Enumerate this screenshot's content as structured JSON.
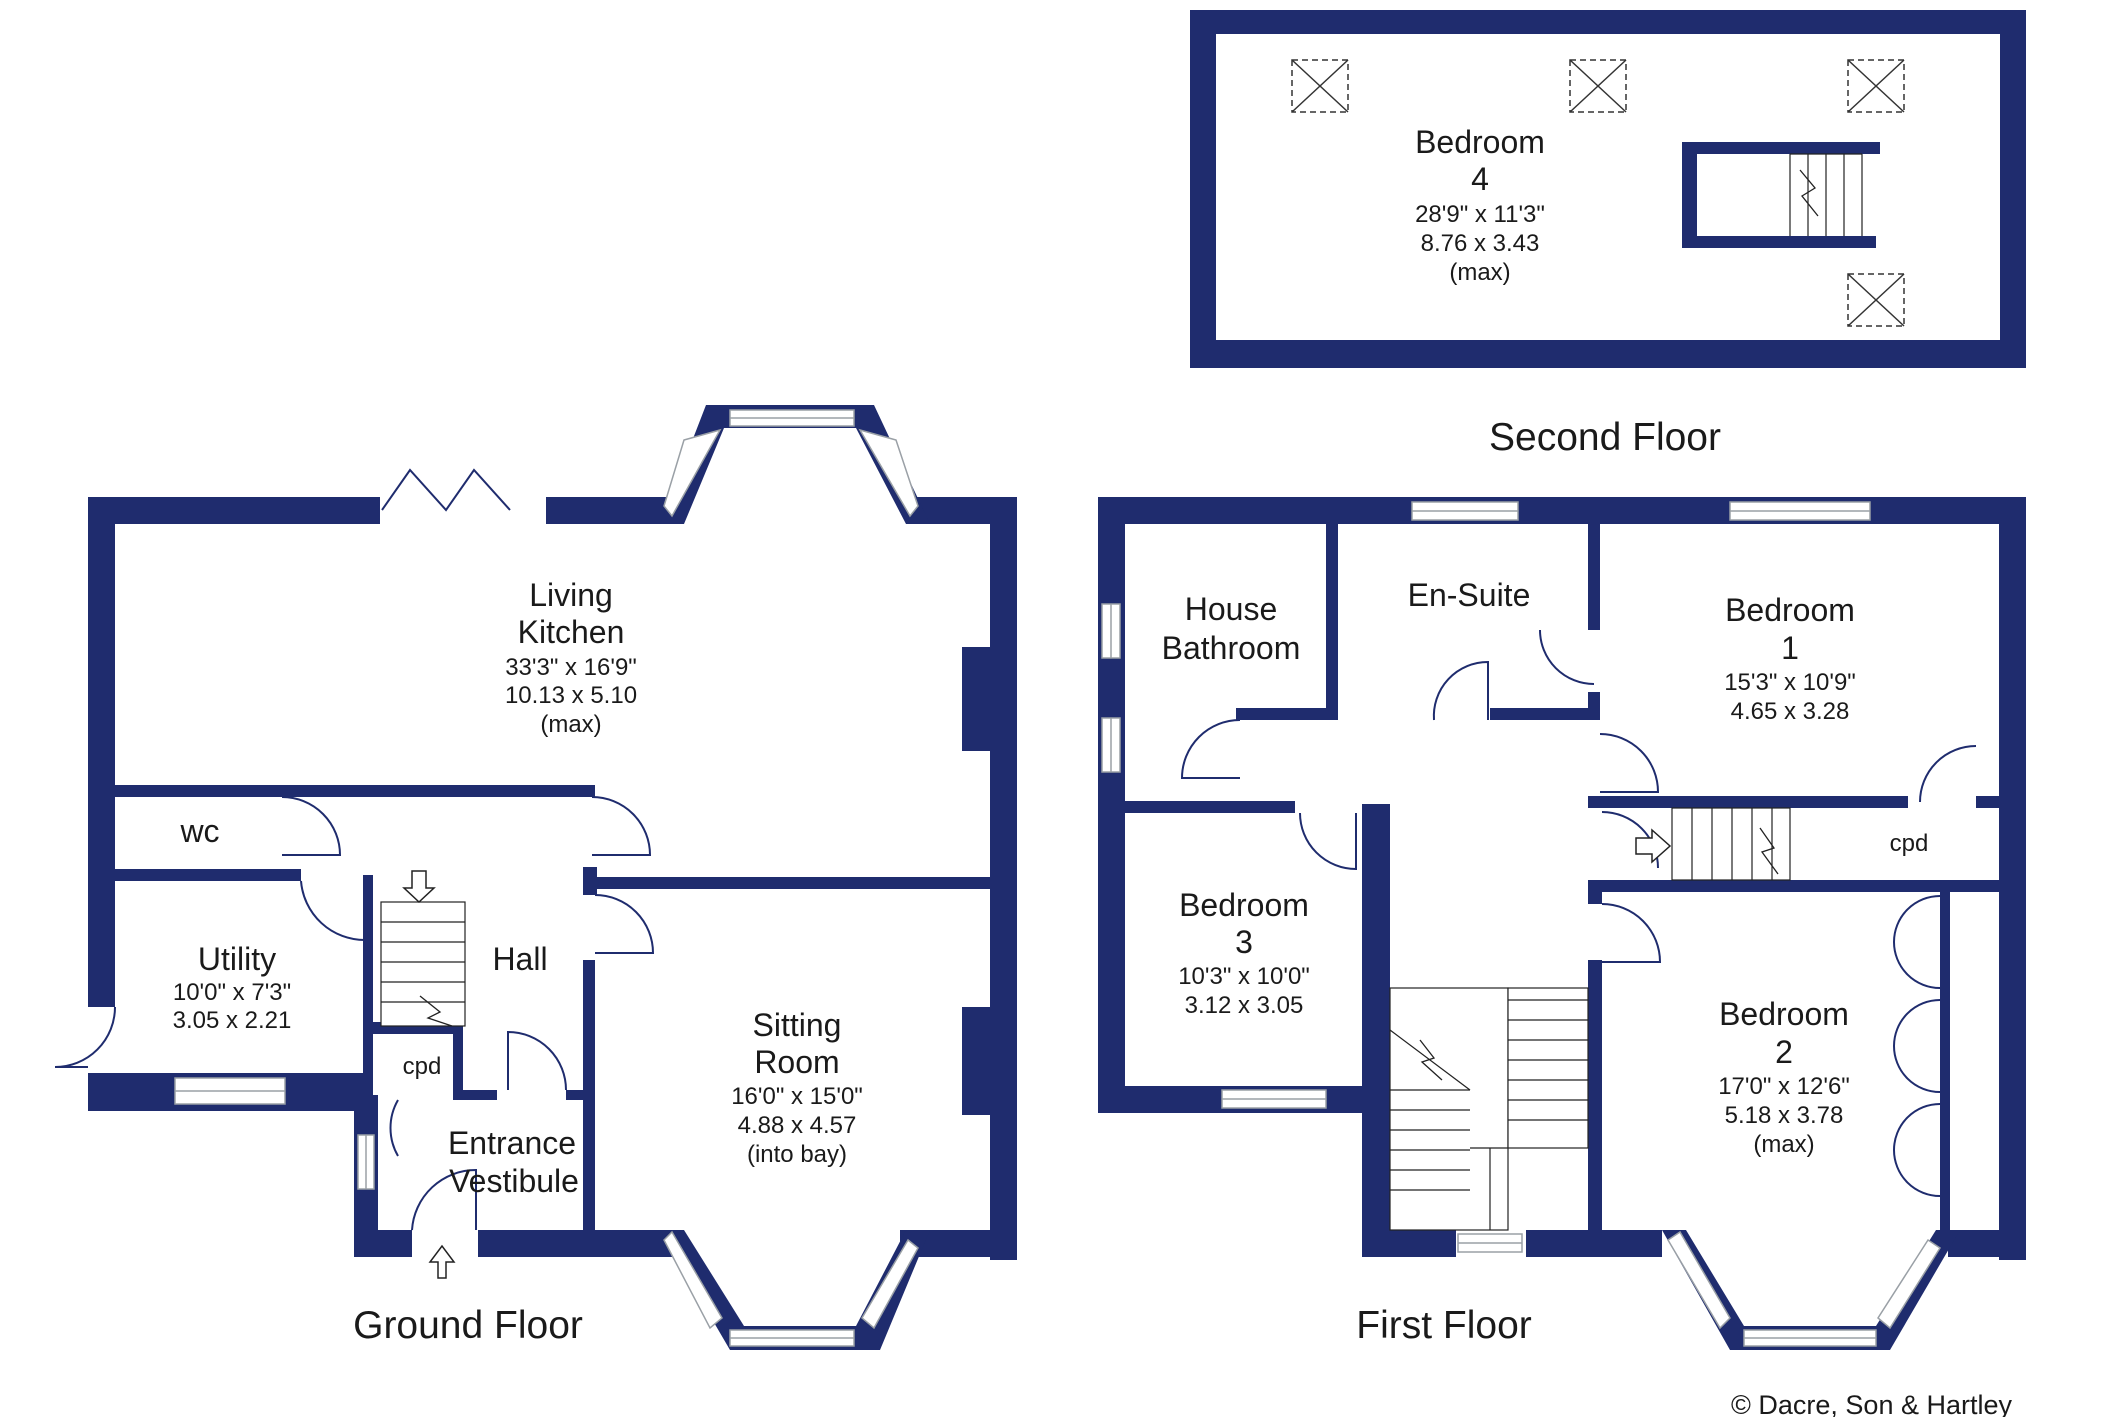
{
  "floors": {
    "ground": "Ground Floor",
    "first": "First Floor",
    "second": "Second Floor"
  },
  "rooms": {
    "living_kitchen": {
      "name1": "Living",
      "name2": "Kitchen",
      "dim_imp": "33'3\"  x  16'9\"",
      "dim_met": "10.13  x  5.10",
      "note": "(max)"
    },
    "wc": {
      "name": "wc"
    },
    "utility": {
      "name": "Utility",
      "dim_imp": "10'0\"  x  7'3\"",
      "dim_met": "3.05  x  2.21"
    },
    "hall": {
      "name": "Hall"
    },
    "cpd_ground": {
      "name": "cpd"
    },
    "entrance_vestibule": {
      "name1": "Entrance",
      "name2": "Vestibule"
    },
    "sitting_room": {
      "name1": "Sitting",
      "name2": "Room",
      "dim_imp": "16'0\"  x  15'0\"",
      "dim_met": "4.88  x  4.57",
      "note": "(into bay)"
    },
    "house_bathroom": {
      "name1": "House",
      "name2": "Bathroom"
    },
    "en_suite": {
      "name": "En-Suite"
    },
    "bedroom1": {
      "name1": "Bedroom",
      "name2": "1",
      "dim_imp": "15'3\"  x  10'9\"",
      "dim_met": "4.65  x  3.28"
    },
    "cpd_first": {
      "name": "cpd"
    },
    "bedroom3": {
      "name1": "Bedroom",
      "name2": "3",
      "dim_imp": "10'3\"  x  10'0\"",
      "dim_met": "3.12  x  3.05"
    },
    "bedroom2": {
      "name1": "Bedroom",
      "name2": "2",
      "dim_imp": "17'0\"  x  12'6\"",
      "dim_met": "5.18  x  3.78",
      "note": "(max)"
    },
    "bedroom4": {
      "name1": "Bedroom",
      "name2": "4",
      "dim_imp": "28'9\"  x  11'3\"",
      "dim_met": "8.76  x  3.43",
      "note": "(max)"
    }
  },
  "copyright": "© Dacre, Son & Hartley",
  "colors": {
    "wall": "#1f2c6e",
    "window": "#ffffff",
    "background": "#ffffff"
  }
}
